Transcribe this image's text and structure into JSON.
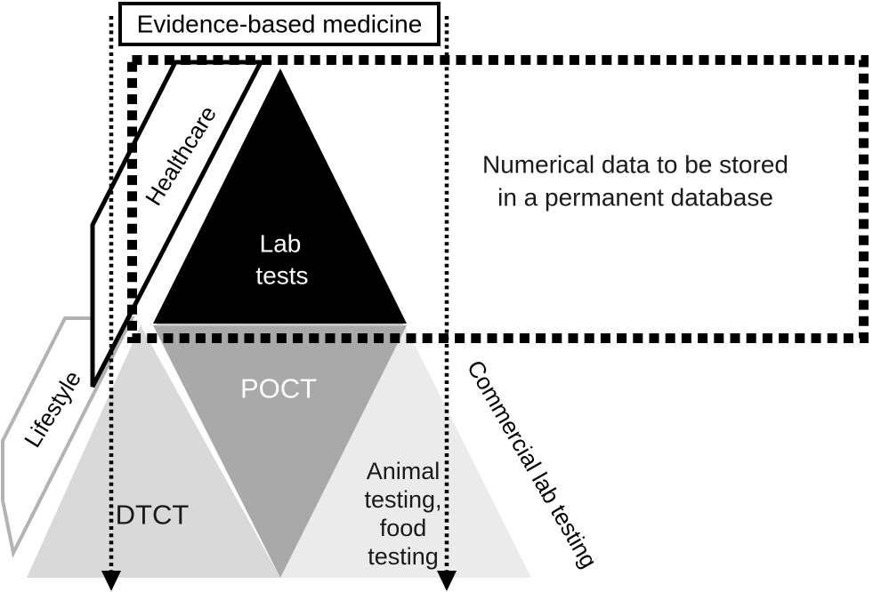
{
  "diagram": {
    "title": "Evidence-based medicine",
    "database_note": {
      "line1": "Numerical data to be stored",
      "line2": "in a permanent database"
    },
    "bands": {
      "healthcare": "Healthcare",
      "lifestyle": "Lifestyle"
    },
    "pyramid": {
      "lab_tests": {
        "line1": "Lab",
        "line2": "tests"
      },
      "poct": "POCT",
      "dtct": "DTCT",
      "animal": {
        "line1": "Animal",
        "line2": "testing,",
        "line3": "food",
        "line4": "testing"
      }
    },
    "commercial_label": "Commercial lab testing",
    "colors": {
      "black": "#000000",
      "poct_gray": "#a9a9a9",
      "dtct_gray": "#d9d9d9",
      "animal_gray": "#ebebeb",
      "band_gray": "#b3b3b3",
      "white_text": "#ffffff",
      "text_black": "#1a1a1a"
    }
  }
}
